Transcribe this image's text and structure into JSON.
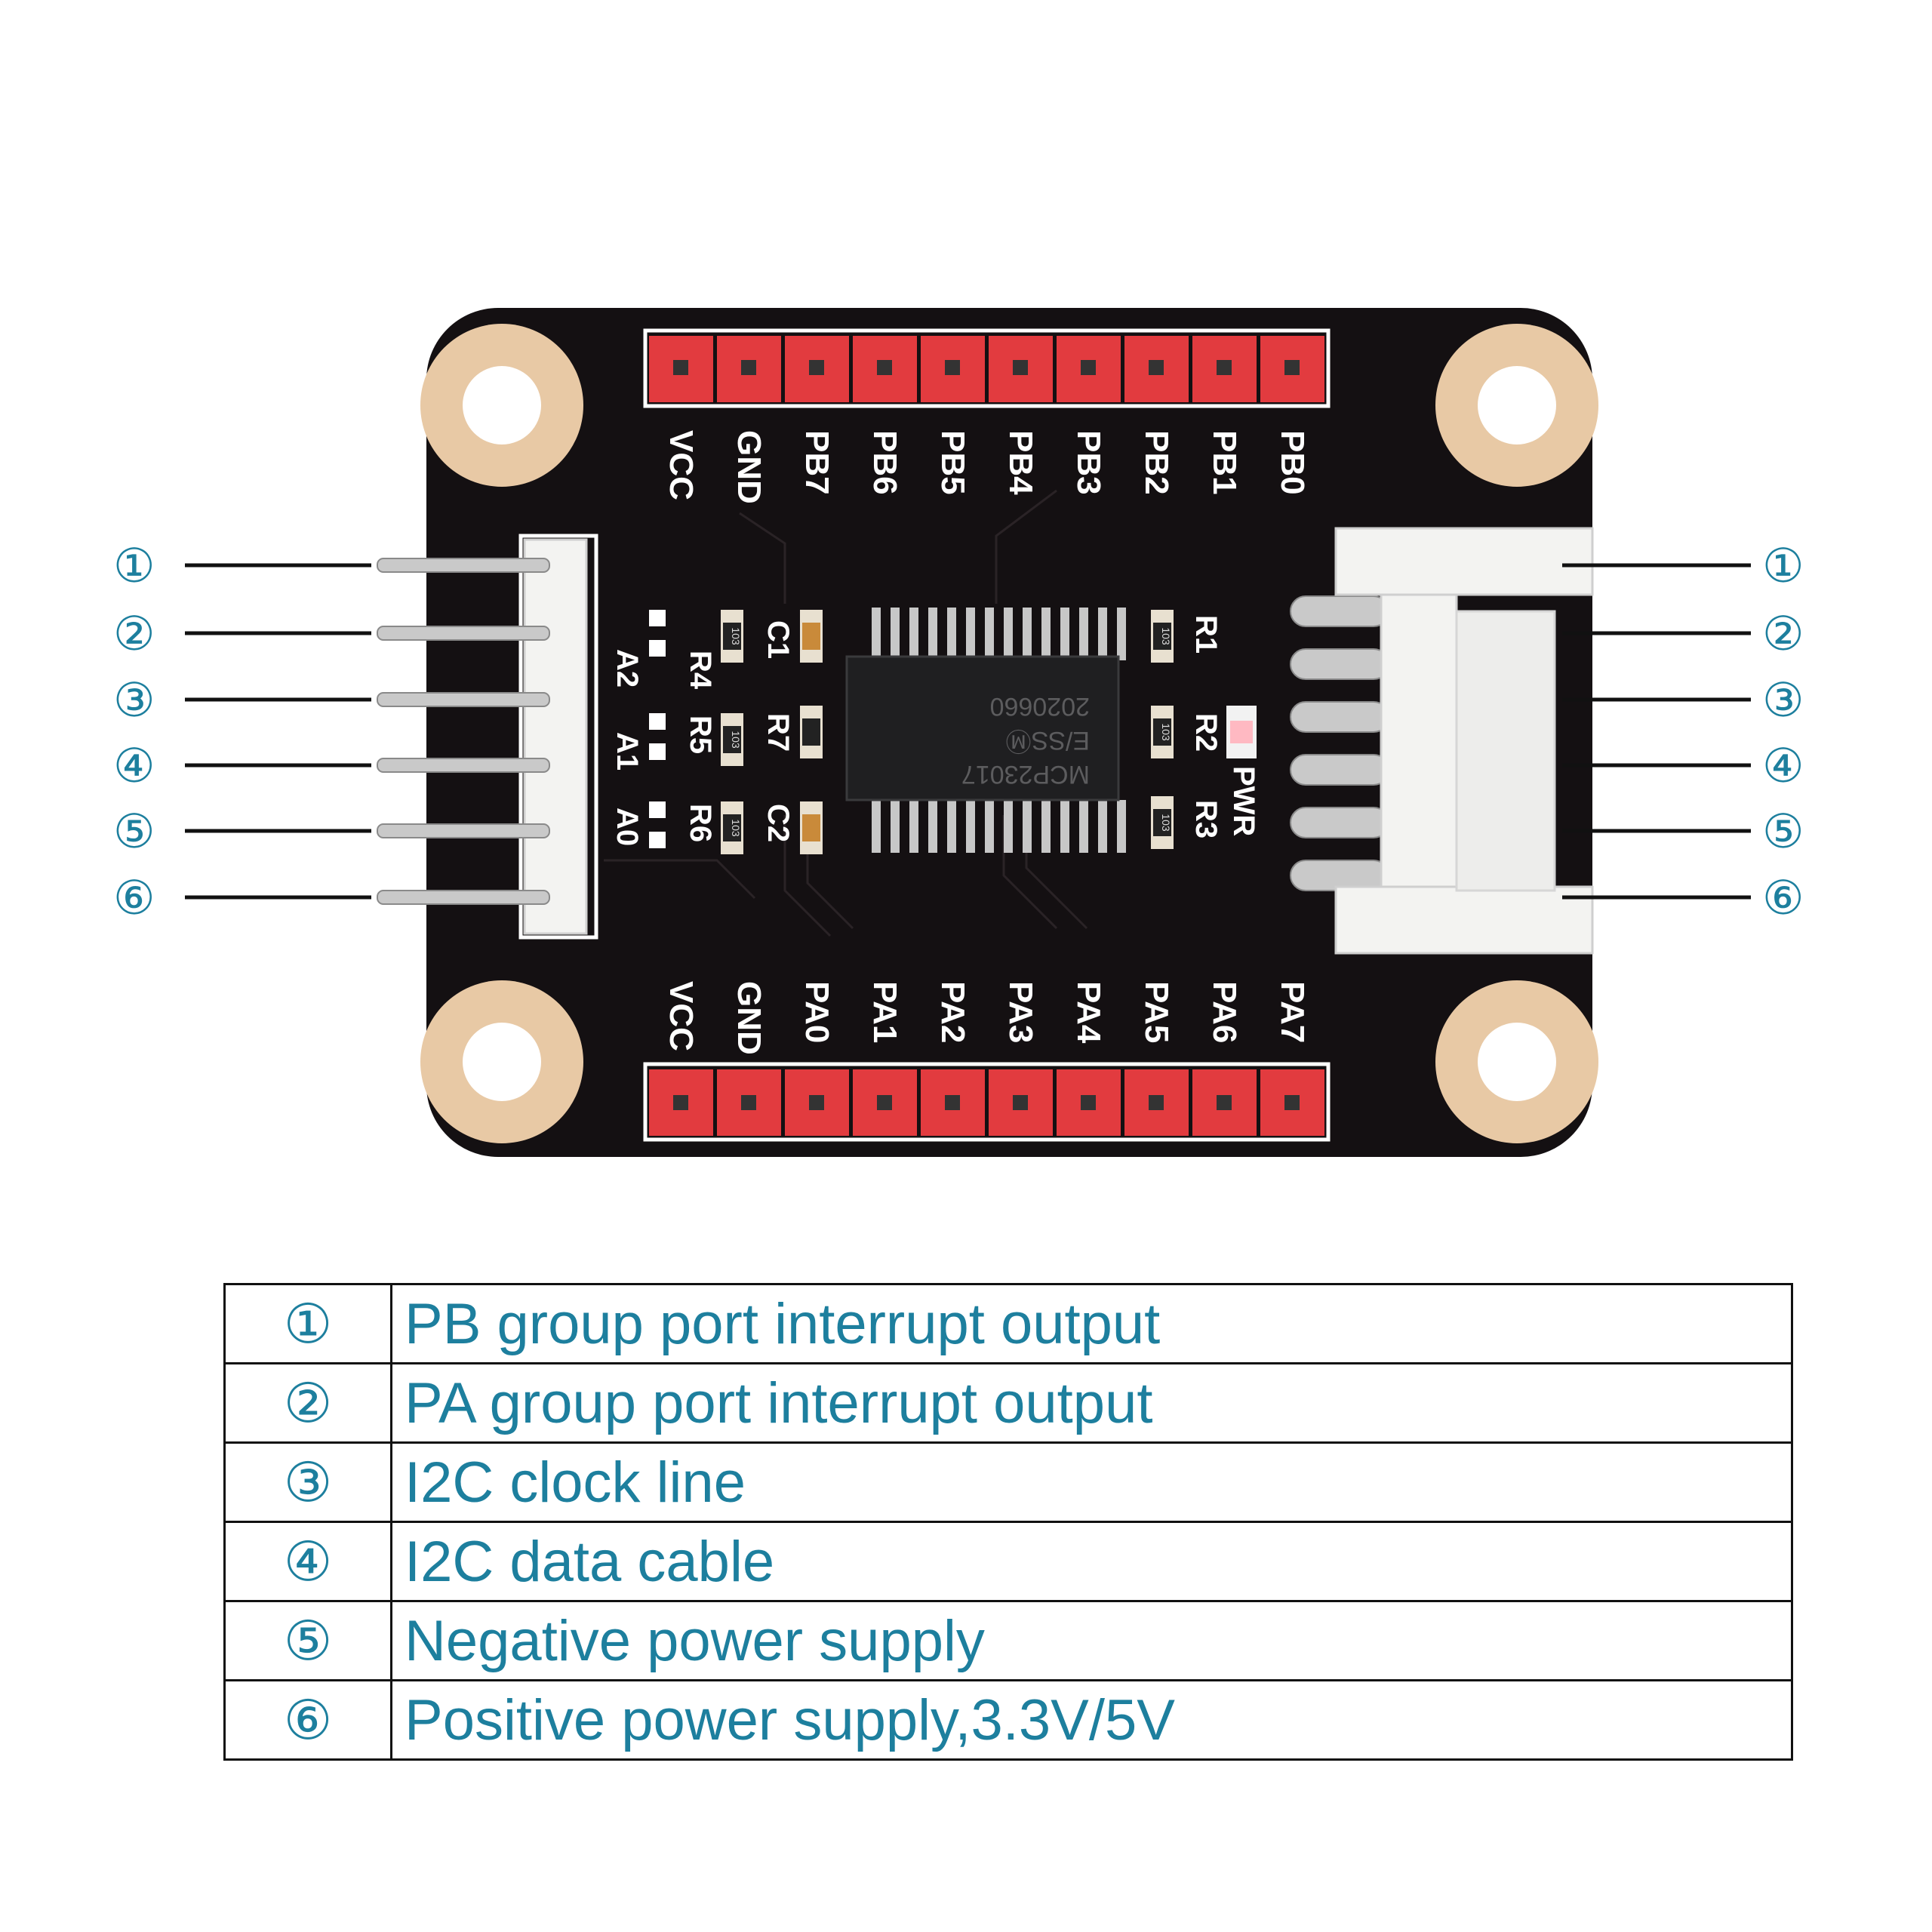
{
  "board": {
    "top_header_labels": [
      "VCC",
      "GND",
      "PB7",
      "PB6",
      "PB5",
      "PB4",
      "PB3",
      "PB2",
      "PB1",
      "PB0"
    ],
    "bottom_header_labels": [
      "VCC",
      "GND",
      "PA0",
      "PA1",
      "PA2",
      "PA3",
      "PA4",
      "PA5",
      "PA6",
      "PA7"
    ],
    "component_labels": {
      "r1": "R1",
      "r2": "R2",
      "r3": "R3",
      "r4": "R4",
      "r5": "R5",
      "r6": "R6",
      "r7": "R7",
      "c1": "C1",
      "c2": "C2",
      "a0": "A0",
      "a1": "A1",
      "a2": "A2",
      "pwr": "PWR"
    },
    "chip_marking": [
      "MCP23017",
      "E/SSⓂ",
      "2020660"
    ],
    "resistor_code": "103",
    "colors": {
      "pcb": "#141012",
      "header": "#e23b3f",
      "pad": "#e8c9a5",
      "connector": "#f3f3f1",
      "callout": "#1d7f9e"
    }
  },
  "callouts": {
    "left": [
      "①",
      "②",
      "③",
      "④",
      "⑤",
      "⑥"
    ],
    "right": [
      "①",
      "②",
      "③",
      "④",
      "⑤",
      "⑥"
    ]
  },
  "pin_table": [
    {
      "num": "①",
      "desc": "PB group port interrupt output"
    },
    {
      "num": "②",
      "desc": "PA group port interrupt output"
    },
    {
      "num": "③",
      "desc": "I2C clock line"
    },
    {
      "num": "④",
      "desc": "I2C data cable"
    },
    {
      "num": "⑤",
      "desc": "Negative power supply"
    },
    {
      "num": "⑥",
      "desc": "Positive power supply,3.3V/5V"
    }
  ]
}
